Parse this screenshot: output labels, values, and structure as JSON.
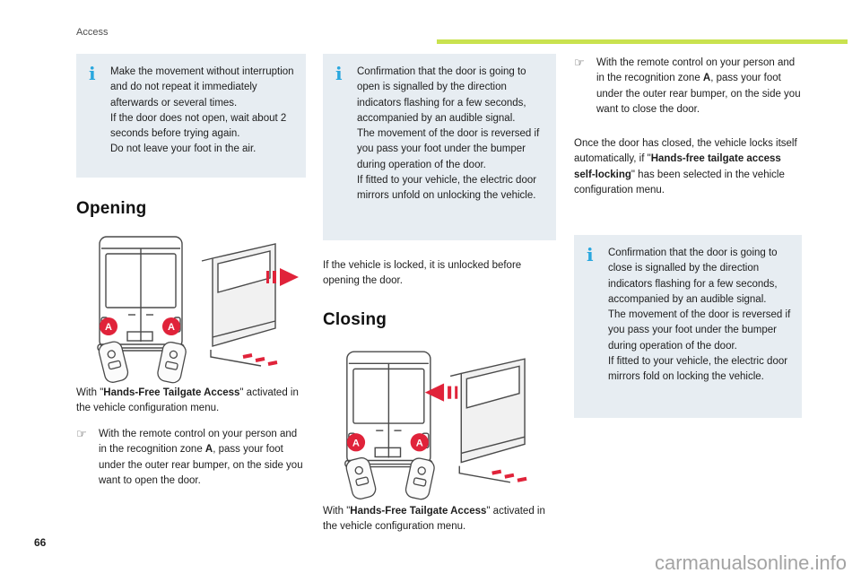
{
  "page": {
    "section": "Access",
    "page_number": "66",
    "watermark": "carmanualsonline.info"
  },
  "colors": {
    "accent": "#c9e24f",
    "info_bg": "#e7edf2",
    "info_icon": "#29a7de",
    "red": "#e0233a",
    "text": "#1d1d1d",
    "muted": "#4d4d4d",
    "watermark": "#a3a3a3",
    "line_art": "#4a4a4a"
  },
  "icons": {
    "info": "i",
    "pointer": "☞"
  },
  "opening": {
    "note": "Make the movement without interruption and do not repeat it immediately afterwards or several times.\nIf the door does not open, wait about 2 seconds before trying again.\nDo not leave your foot in the air.",
    "heading": "Opening",
    "marker_label": "A",
    "caption_pre": "With \"",
    "caption_bold": "Hands-Free Tailgate Access",
    "caption_post": "\" activated in the vehicle configuration menu.",
    "step_pre": "With the remote control on your person and in the recognition zone ",
    "step_bold": "A",
    "step_post": ", pass your foot under the outer rear bumper, on the side you want to open the door."
  },
  "opening_confirmation": {
    "note": "Confirmation that the door is going to open is signalled by the direction indicators flashing for a few seconds, accompanied by an audible signal.\nThe movement of the door is reversed if you pass your foot under the bumper during operation of the door.\nIf fitted to your vehicle, the electric door mirrors unfold on unlocking the vehicle.",
    "unlock_note": "If the vehicle is locked, it is unlocked before opening the door."
  },
  "closing": {
    "heading": "Closing",
    "marker_label": "A",
    "caption_pre": "With \"",
    "caption_bold": "Hands-Free Tailgate Access",
    "caption_post": "\" activated in the vehicle configuration menu.",
    "step_pre": "With the remote control on your person and in the recognition zone ",
    "step_bold": "A",
    "step_post": ", pass your foot under the outer rear bumper, on the side you want to close the door.",
    "self_lock_pre": "Once the door has closed, the vehicle locks itself automatically, if \"",
    "self_lock_bold": "Hands-free tailgate access self-locking",
    "self_lock_post": "\" has been selected in the vehicle configuration menu.",
    "note": "Confirmation that the door is going to close is signalled by the direction indicators flashing for a few seconds, accompanied by an audible signal.\nThe movement of the door is reversed if you pass your foot under the bumper during operation of the door.\nIf fitted to your vehicle, the electric door mirrors fold on locking the vehicle."
  }
}
